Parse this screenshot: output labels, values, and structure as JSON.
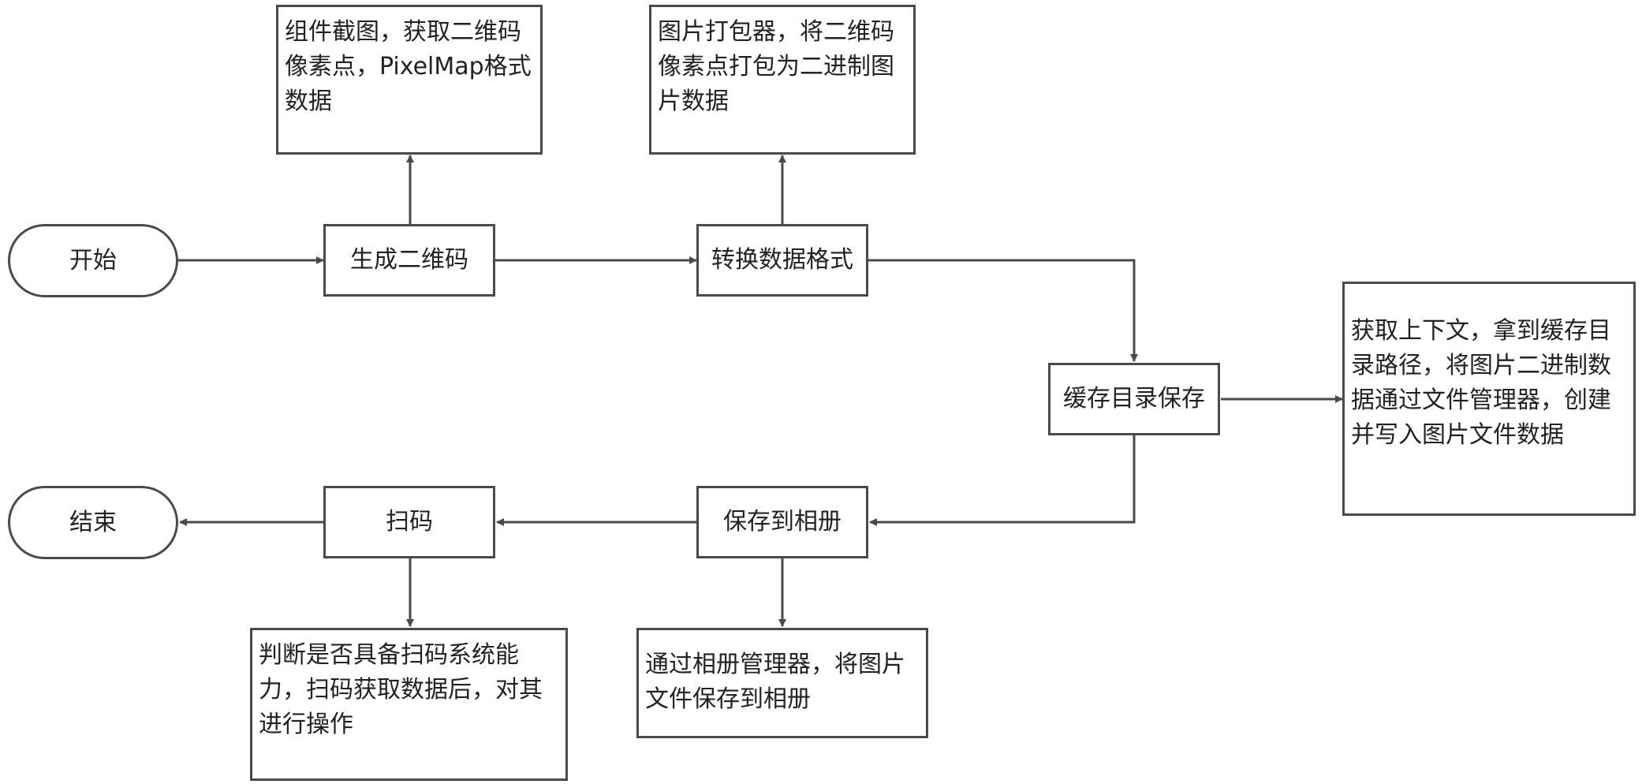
{
  "nodes": {
    "start": "开始",
    "generate_qr": "生成二维码",
    "convert_format": "转换数据格式",
    "cache_save": "缓存目录保存",
    "save_album": "保存到相册",
    "scan": "扫码",
    "end": "结束"
  },
  "notes": {
    "snapshot": "组件截图，获取二维码像素点，PixelMap格式数据",
    "packer": "图片打包器，将二维码像素点打包为二进制图片数据",
    "cache_detail": "获取上下文，拿到缓存目录路径，将图片二进制数据通过文件管理器，创建并写入图片文件数据",
    "album_detail": "通过相册管理器，将图片文件保存到相册",
    "scan_detail": "判断是否具备扫码系统能力，扫码获取数据后，对其进行操作"
  },
  "colors": {
    "stroke": "#4a4a4a",
    "background": "#ffffff",
    "text": "#222222"
  }
}
